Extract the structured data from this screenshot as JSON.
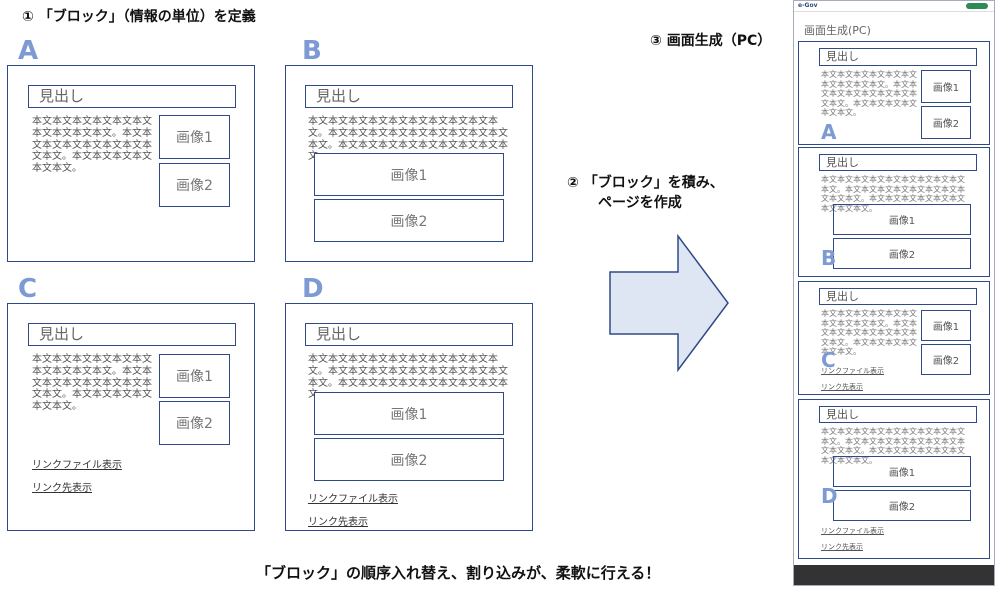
{
  "step1_title": "① 「ブロック」（情報の単位）を定義",
  "step2_title": "② 「ブロック」を積み、",
  "step2_title_line2": "ページを作成",
  "step3_title": "③ 画面生成（PC）",
  "footer_caption": "「ブロック」の順序入れ替え、割り込みが、柔軟に行える！",
  "blocks": {
    "a": {
      "letter": "A"
    },
    "b": {
      "letter": "B"
    },
    "c": {
      "letter": "C"
    },
    "d": {
      "letter": "D"
    }
  },
  "common": {
    "heading": "見出し",
    "body_narrow": "本文本文本文本文本文本文本文本文本文本文。本文本文本文本文本文本文本文本文本文。本文本文本文本文本文本文。",
    "body_wide": "本文本文本文本文本文本文本文本文本文本文。本文本文本文本文本文本文本文本文本文本文。本文本文本文本文本文本文本文本文本文。",
    "image1": "画像1",
    "image2": "画像2",
    "link_file": "リンクファイル表示",
    "link_dest": "リンク先表示"
  },
  "preview": {
    "page_title": "画面生成(PC)",
    "logo": "e-Gov",
    "colors": {
      "accent": "#7d9ad3",
      "frame": "#2f4a86",
      "arrow_fill": "#dfe6f3"
    }
  }
}
